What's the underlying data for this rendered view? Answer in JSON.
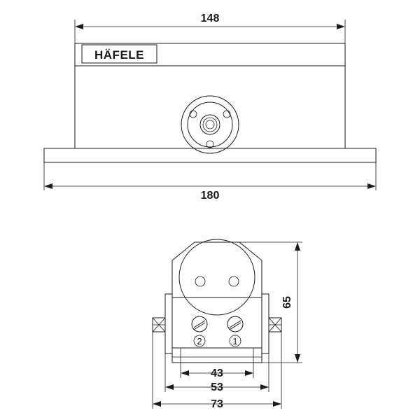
{
  "brand": "HÄFELE",
  "dimensions": {
    "top_width": "148",
    "base_width": "180",
    "height": "65",
    "inner_43": "43",
    "inner_53": "53",
    "overall_73": "73"
  },
  "markers": {
    "left": "2",
    "right": "1"
  },
  "colors": {
    "line": "#1a1a1a",
    "background": "#ffffff"
  }
}
